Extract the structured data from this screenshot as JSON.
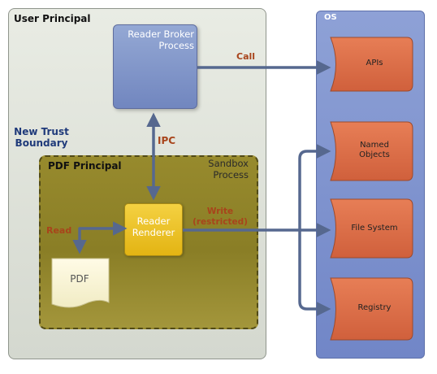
{
  "user_principal": {
    "title": "User Principal",
    "trust_boundary": [
      "New Trust",
      "Boundary"
    ]
  },
  "reader_broker": {
    "label": [
      "Reader Broker",
      "Process"
    ]
  },
  "call_label": "Call",
  "ipc_label": "IPC",
  "pdf_principal": {
    "title": "PDF Principal",
    "sandbox": [
      "Sandbox",
      "Process"
    ]
  },
  "reader_renderer": {
    "label": [
      "Reader",
      "Renderer"
    ]
  },
  "read_label": "Read",
  "write_label": [
    "Write",
    "(restricted)"
  ],
  "pdf_doc": {
    "label": "PDF"
  },
  "os": {
    "title": "OS",
    "items": [
      {
        "label": [
          "APIs"
        ]
      },
      {
        "label": [
          "Named",
          "Objects"
        ]
      },
      {
        "label": [
          "File System"
        ]
      },
      {
        "label": [
          "Registry"
        ]
      }
    ]
  },
  "colors": {
    "broker_fill": "#8399cc",
    "renderer_fill": "#eec42b",
    "sandbox_fill": "#928529",
    "os_item_fill": "#e1714b",
    "connector": "#56688f"
  }
}
